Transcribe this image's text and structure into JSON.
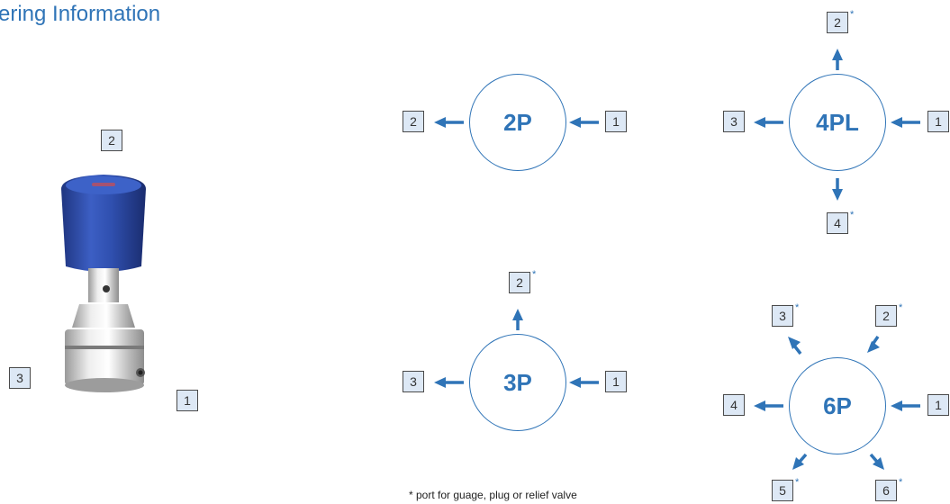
{
  "title": "ering Information",
  "footnote": "* port for guage, plug or relief valve",
  "star_mark": "*",
  "colors": {
    "accent": "#2f74b7",
    "box_fill": "#dde8f5",
    "box_border": "#4a4a4a",
    "cap_blue": "#2a48a0"
  },
  "product": {
    "image": "pressure-regulator-photo",
    "ports": [
      "2",
      "3",
      "1"
    ]
  },
  "diagrams": {
    "p2": {
      "label": "2P",
      "ports": [
        "2",
        "1"
      ]
    },
    "p3": {
      "label": "3P",
      "ports": [
        "2",
        "3",
        "1"
      ]
    },
    "p4l": {
      "label": "4PL",
      "ports": [
        "2",
        "3",
        "1",
        "4"
      ]
    },
    "p6": {
      "label": "6P",
      "ports": [
        "3",
        "2",
        "4",
        "1",
        "5",
        "6"
      ]
    }
  }
}
